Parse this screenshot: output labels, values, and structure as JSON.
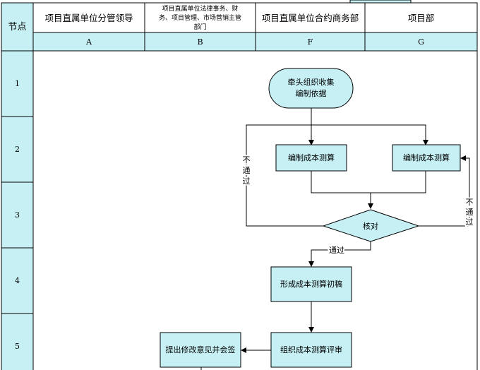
{
  "header": {
    "node_col_label": "节点",
    "columns": [
      {
        "title": "项目直属单位分管领导",
        "code": "A"
      },
      {
        "title_lines": [
          "项目直属单位法律事务、财",
          "务、项目管理、市场营销主管",
          "部门"
        ],
        "code": "B"
      },
      {
        "title": "项目直属单位合约商务部",
        "code": "F"
      },
      {
        "title": "项目部",
        "code": "G"
      }
    ]
  },
  "rows": [
    "1",
    "2",
    "3",
    "4",
    "5"
  ],
  "shapes": {
    "start": [
      "牵头组织收集",
      "编制依据"
    ],
    "calc_f": "编制成本测算",
    "calc_g": "编制成本测算",
    "review": "核对",
    "draft": "形成成本测算初稿",
    "evaluate": "组织成本测算评审",
    "opinion": "提出修改意见并会签"
  },
  "edge_labels": {
    "reject_left": [
      "不",
      "通",
      "过"
    ],
    "reject_right": [
      "不",
      "通",
      "过"
    ],
    "pass": "通过"
  },
  "colors": {
    "fill": "#c6f0f4",
    "header_fill": "#c6f0f4",
    "border": "#000000"
  }
}
